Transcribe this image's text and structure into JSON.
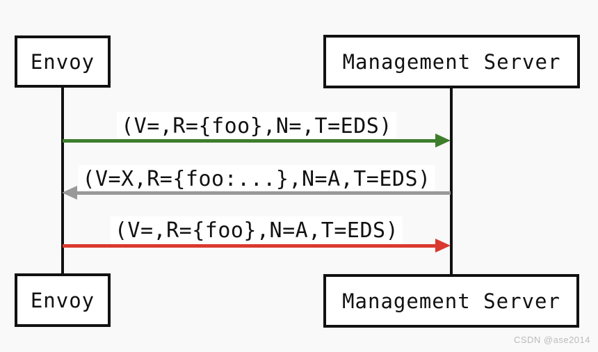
{
  "diagram": {
    "type": "sequence-diagram",
    "background_color": "#f9f9f9",
    "actors": {
      "left": "Envoy",
      "right": "Management Server"
    },
    "messages": [
      {
        "label": "(V=,R={foo},N=,T=EDS)",
        "from": "Envoy",
        "to": "Management Server",
        "direction": "right",
        "color": "#3e7d2c"
      },
      {
        "label": "(V=X,R={foo:...},N=A,T=EDS)",
        "from": "Management Server",
        "to": "Envoy",
        "direction": "left",
        "color": "#999999"
      },
      {
        "label": "(V=,R={foo},N=A,T=EDS)",
        "from": "Envoy",
        "to": "Management Server",
        "direction": "right",
        "color": "#d9392f"
      }
    ]
  },
  "watermark": "CSDN @ase2014"
}
